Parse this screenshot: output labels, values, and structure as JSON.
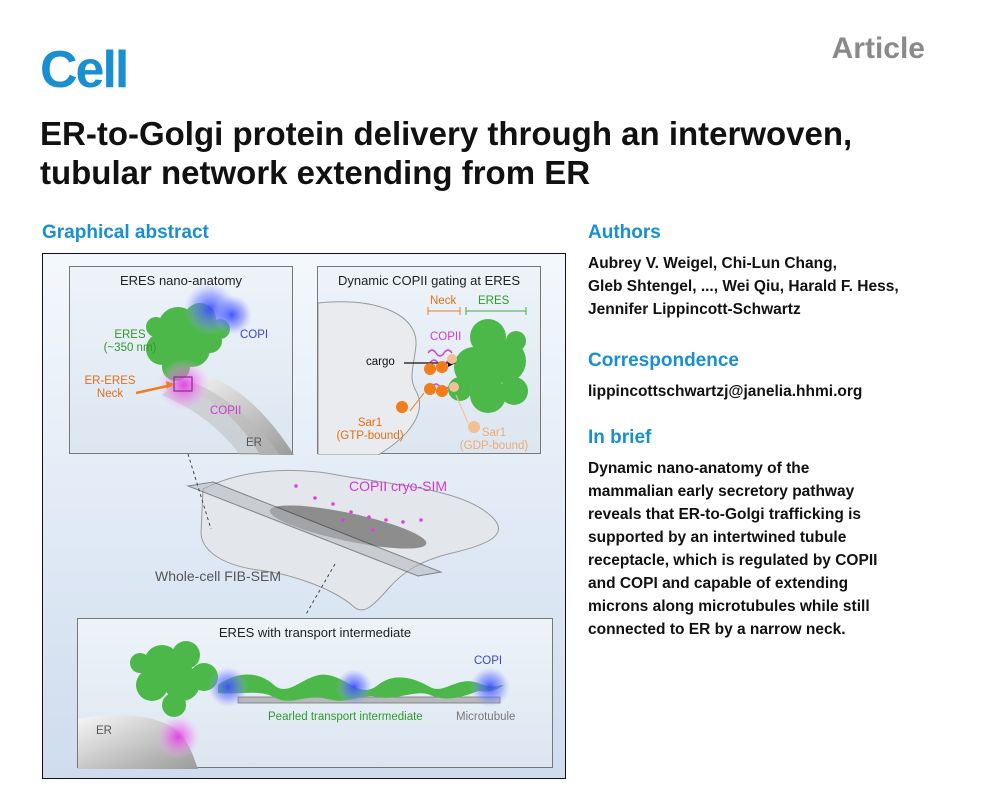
{
  "header": {
    "journal": "Cell",
    "type": "Article",
    "title_line1": "ER-to-Golgi protein delivery through an interwoven,",
    "title_line2": "tubular network extending from ER"
  },
  "graphical_abstract": {
    "heading": "Graphical abstract",
    "panel1": {
      "title": "ERES nano-anatomy",
      "eres": "ERES",
      "size": "(~350 nm)",
      "copi": "COPI",
      "neck_line1": "ER-ERES",
      "neck_line2": "Neck",
      "copii": "COPII",
      "er": "ER"
    },
    "panel2": {
      "title": "Dynamic COPII gating at ERES",
      "neck": "Neck",
      "eres": "ERES",
      "copii": "COPII",
      "cargo": "cargo",
      "sar1_gtp_line1": "Sar1",
      "sar1_gtp_line2": "(GTP-bound)",
      "sar1_gdp_line1": "Sar1",
      "sar1_gdp_line2": "(GDP-bound)"
    },
    "middle": {
      "cryo": "COPII cryo-SIM",
      "fib": "Whole-cell FIB-SEM"
    },
    "panel3": {
      "title": "ERES with transport intermediate",
      "copi": "COPI",
      "pearled": "Pearled transport intermediate",
      "microtubule": "Microtubule",
      "er": "ER"
    },
    "colors": {
      "eres_green": "#4db84a",
      "copi_blue": "#4a5cff",
      "copii_magenta": "#e040e0",
      "neck_orange": "#f07d1a"
    }
  },
  "authors": {
    "heading": "Authors",
    "line1": "Aubrey V. Weigel, Chi-Lun Chang,",
    "line2": "Gleb Shtengel, ..., Wei Qiu, Harald F. Hess,",
    "line3": "Jennifer Lippincott-Schwartz"
  },
  "correspondence": {
    "heading": "Correspondence",
    "email": "lippincottschwartzj@janelia.hhmi.org"
  },
  "in_brief": {
    "heading": "In brief",
    "lines": [
      "Dynamic nano-anatomy of the",
      "mammalian early secretory pathway",
      "reveals that ER-to-Golgi trafficking is",
      "supported by an intertwined tubule",
      "receptacle, which is regulated by COPII",
      "and COPI and capable of extending",
      "microns along microtubules while still",
      "connected to ER by a narrow neck."
    ]
  }
}
